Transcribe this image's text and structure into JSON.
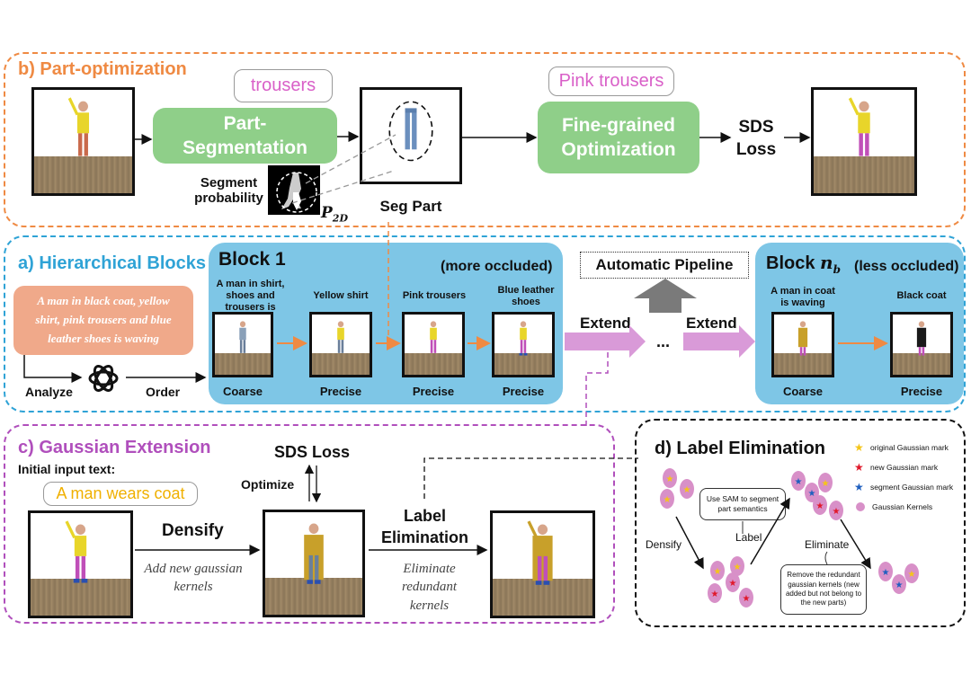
{
  "part_opt": {
    "title": "b) Part-optimization",
    "prompt1": "trousers",
    "seg_box": "Part-Segmentation",
    "seg_prob": "Segment probability",
    "p2d": "P",
    "p2d_sub": "2D",
    "seg_part": "Seg Part",
    "prompt2": "Pink trousers",
    "fine_box": "Fine-grained Optimization",
    "sds": "SDS Loss"
  },
  "hier": {
    "title": "a) Hierarchical Blocks",
    "prompt": "A man in black coat, yellow shirt, pink trousers and blue leather shoes is waving",
    "analyze": "Analyze",
    "order": "Order",
    "block1": {
      "title": "Block 1",
      "note": "(more occluded)",
      "items": [
        {
          "top": "A man in shirt, shoes and trousers is waving",
          "bottom": "Coarse"
        },
        {
          "top": "Yellow shirt",
          "bottom": "Precise"
        },
        {
          "top": "Pink trousers",
          "bottom": "Precise"
        },
        {
          "top": "Blue leather shoes",
          "bottom": "Precise"
        }
      ]
    },
    "auto_pipeline": "Automatic Pipeline",
    "extend1": "Extend",
    "ellipsis": "...",
    "extend2": "Extend",
    "blockn": {
      "title": "Block",
      "sym": "n",
      "sym_sub": "b",
      "note": "(less occluded)",
      "items": [
        {
          "top": "A man in coat is waving",
          "bottom": "Coarse"
        },
        {
          "top": "Black coat",
          "bottom": "Precise"
        }
      ]
    }
  },
  "gauss": {
    "title": "c) Gaussian Extension",
    "init_text": "Initial input text:",
    "prompt": "A man wears coat",
    "sds": "SDS Loss",
    "optimize": "Optimize",
    "densify": "Densify",
    "add_new": "Add new gaussian kernels",
    "label_elim": "Label Elimination",
    "elim_redundant": "Eliminate redundant kernels"
  },
  "label_elim": {
    "title": "d) Label Elimination",
    "legend": [
      {
        "text": "original Gaussian mark",
        "color": "#f5c518"
      },
      {
        "text": "new Gaussian mark",
        "color": "#e0182a"
      },
      {
        "text": "segment Gaussian mark",
        "color": "#1f5fbf"
      },
      {
        "text": "Gaussian Kernels",
        "color": "#d890c8"
      }
    ],
    "sam_box": "Use SAM to segment part semantics",
    "label": "Label",
    "densify": "Densify",
    "eliminate": "Eliminate",
    "remove_box": "Remove the redundant gaussian kernels (new added but not belong to the new parts)"
  },
  "colors": {
    "orange": "#ef8a43",
    "blue": "#2fa3d6",
    "purple": "#b04fbc",
    "green": "#8fcf89",
    "block": "#7ec6e6"
  }
}
